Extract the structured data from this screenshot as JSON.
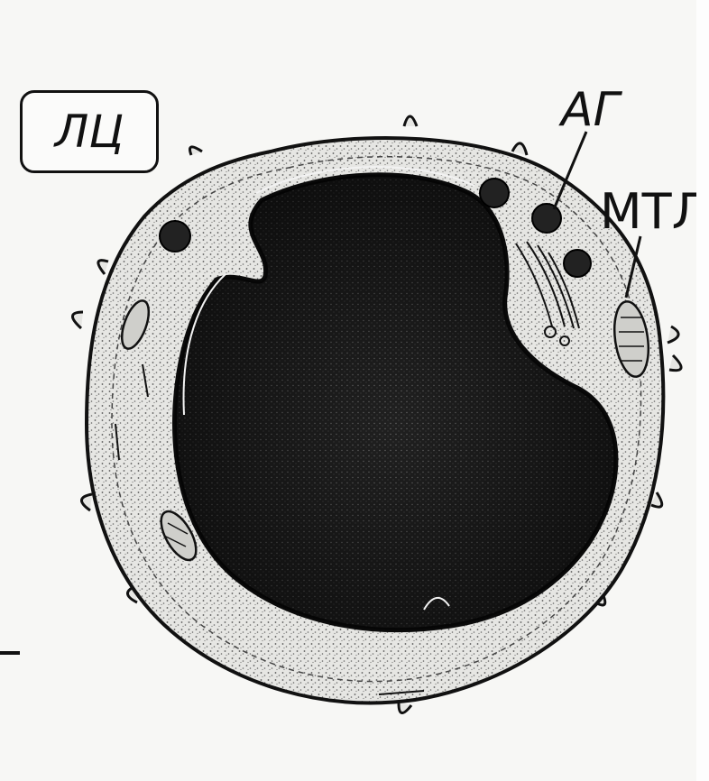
{
  "labels": {
    "cell_type": "ЛЦ",
    "golgi": "АГ",
    "mitochondria": "МТЛ"
  },
  "colors": {
    "background": "#f7f7f5",
    "ink": "#111111",
    "nucleus": "#1a1a1a",
    "cytoplasm": "#d9d9d6"
  }
}
